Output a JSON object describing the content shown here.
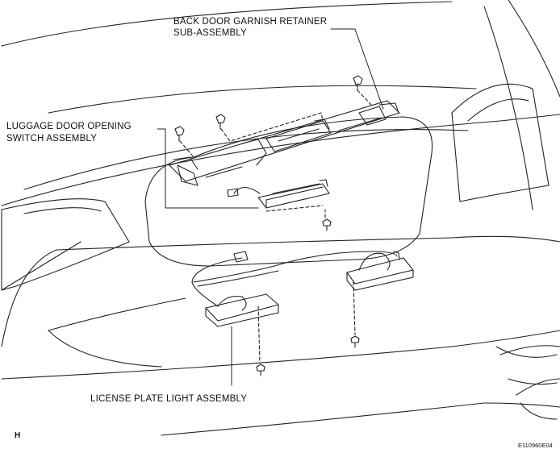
{
  "callouts": {
    "garnish_line1": "BACK DOOR GARNISH RETAINER",
    "garnish_line2": "SUB-ASSEMBLY",
    "switch_line1": "LUGGAGE DOOR OPENING",
    "switch_line2": "SWITCH ASSEMBLY",
    "license_light": "LICENSE PLATE LIGHT ASSEMBLY"
  },
  "footer": {
    "marker": "H",
    "figure_id": "E110960E04"
  }
}
